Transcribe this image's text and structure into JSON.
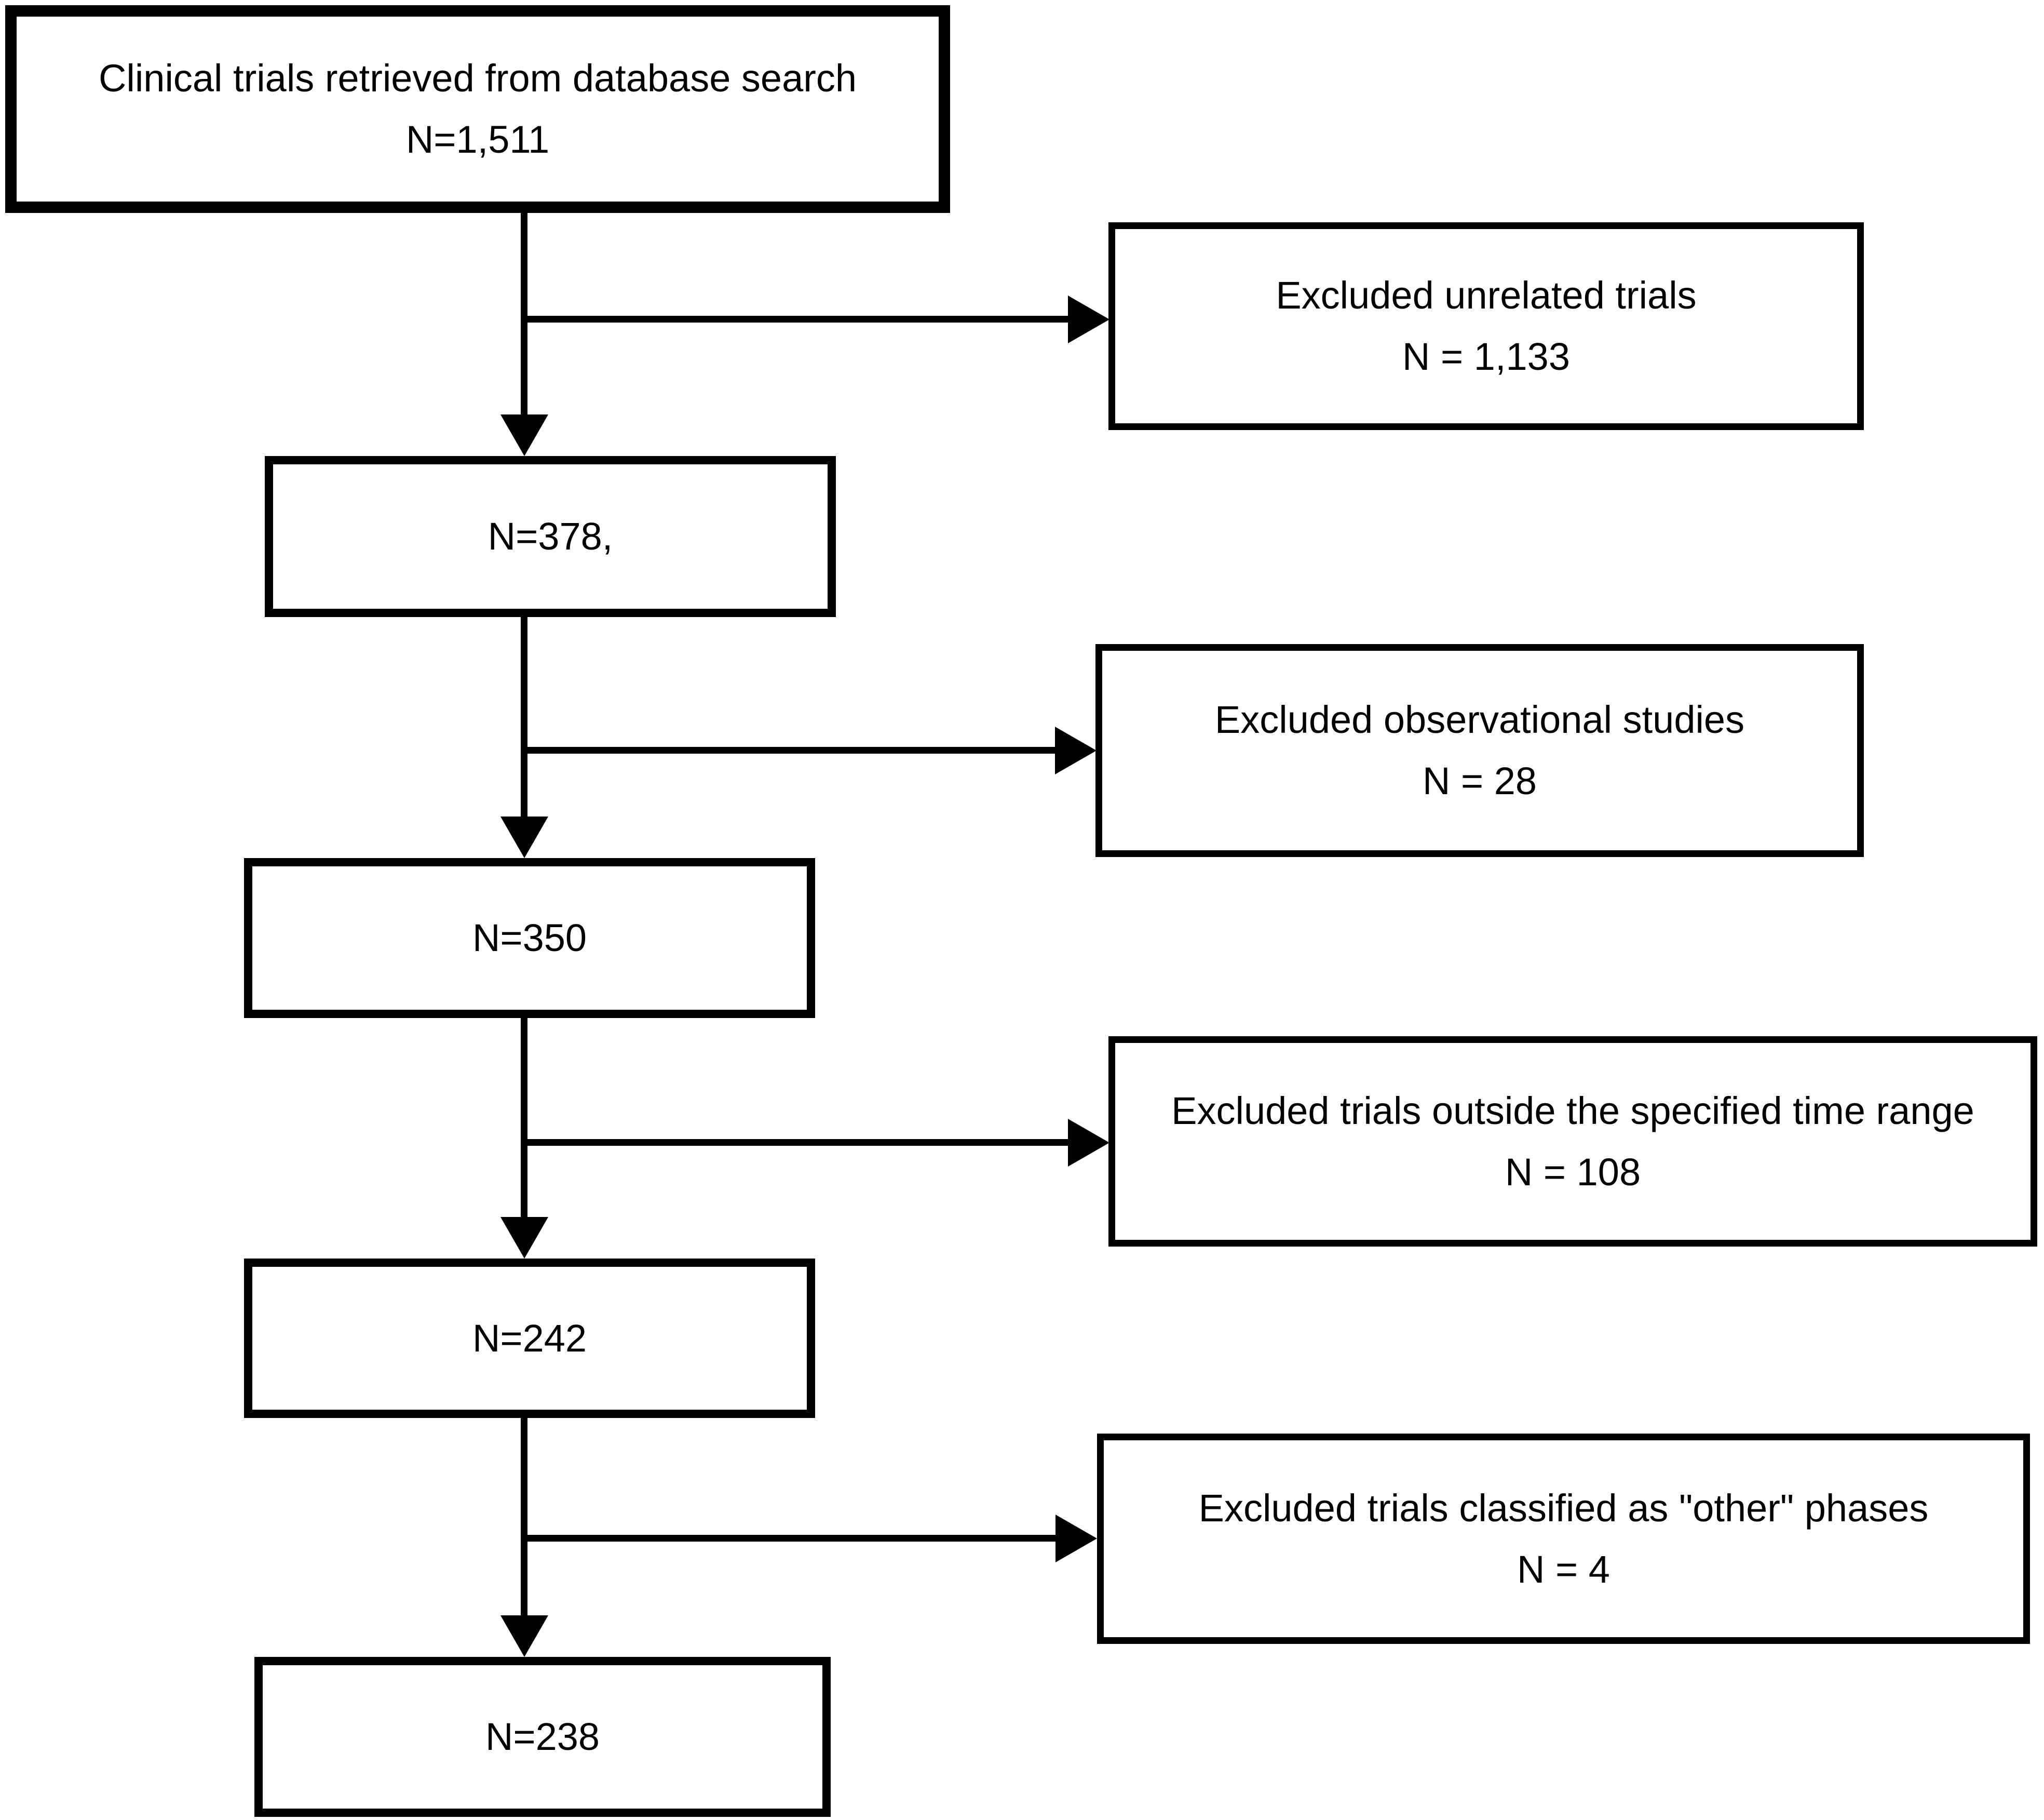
{
  "figure": {
    "type": "flowchart",
    "colors": {
      "line": "#000000",
      "background": "#ffffff",
      "text": "#000000"
    },
    "flow": [
      {
        "text": "Clinical trials retrieved from database search",
        "count": "N=1,511"
      },
      {
        "count": "N=378,"
      },
      {
        "count": "N=350"
      },
      {
        "count": "N=242"
      },
      {
        "count": "N=238"
      }
    ],
    "exclusions": [
      {
        "text": "Excluded unrelated trials",
        "count": "N = 1,133"
      },
      {
        "text": "Excluded observational studies",
        "count": "N = 28"
      },
      {
        "text": "Excluded trials outside the specified time range",
        "count": "N = 108"
      },
      {
        "text": "Excluded trials classified as \"other\" phases",
        "count": "N = 4"
      }
    ]
  }
}
